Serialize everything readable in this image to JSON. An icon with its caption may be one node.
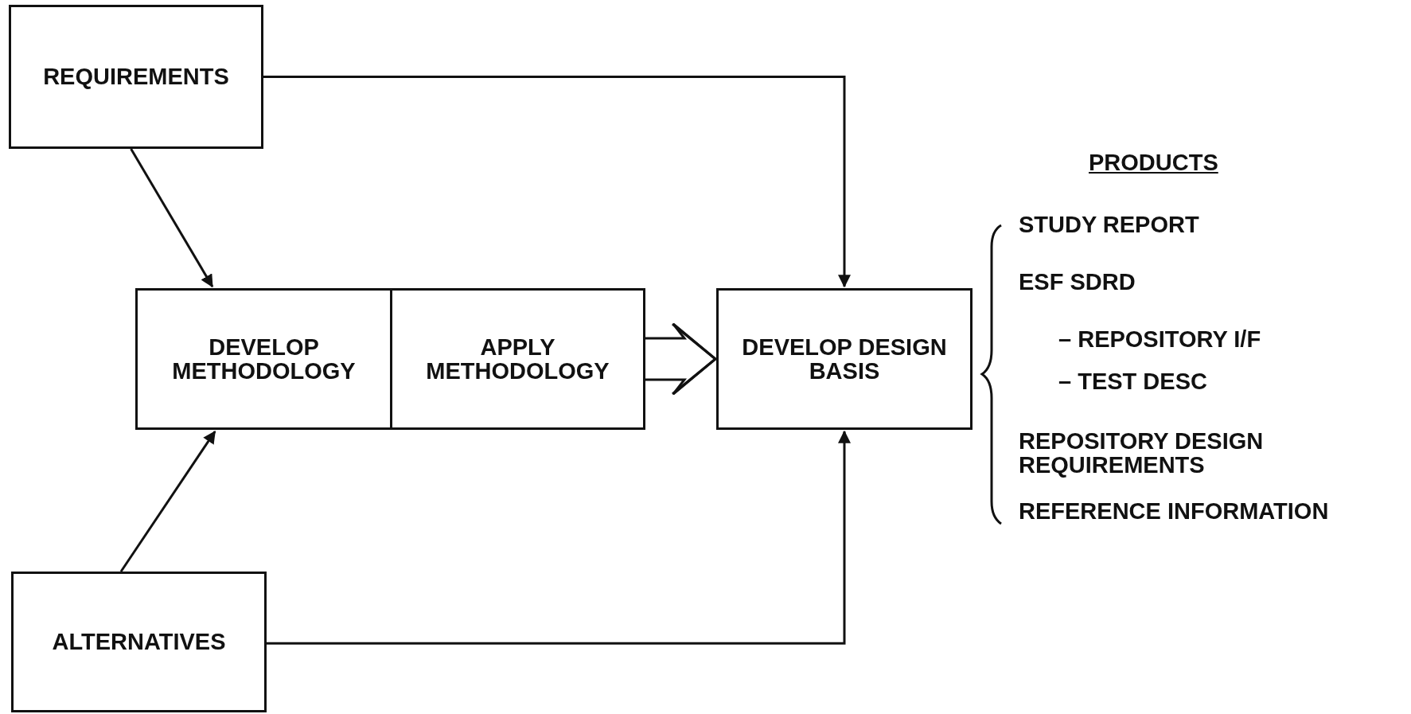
{
  "diagram": {
    "nodes": [
      {
        "text": [
          "REQUIREMENTS"
        ]
      },
      {
        "text": [
          "DEVELOP METHODOLOGY"
        ]
      },
      {
        "text": [
          "APPLY METHODOLOGY"
        ]
      },
      {
        "text": [
          "DEVELOP DESIGN BASIS"
        ]
      },
      {
        "text": [
          "ALTERNATIVES"
        ]
      }
    ],
    "edges": [
      {
        "from": 0,
        "to": 1,
        "arrow": "to"
      },
      {
        "from": 4,
        "to": 1,
        "arrow": "to"
      },
      {
        "from": 0,
        "to": 3,
        "arrow": "to"
      },
      {
        "from": 4,
        "to": 3,
        "arrow": "to"
      },
      {
        "from": 2,
        "to": 3,
        "arrow": "to"
      }
    ],
    "labels": [
      "PRODUCTS",
      "STUDY REPORT",
      "ESF SDRD",
      "– REPOSITORY I/F",
      "– TEST DESC",
      "REPOSITORY DESIGN REQUIREMENTS",
      "REFERENCE INFORMATION"
    ]
  }
}
